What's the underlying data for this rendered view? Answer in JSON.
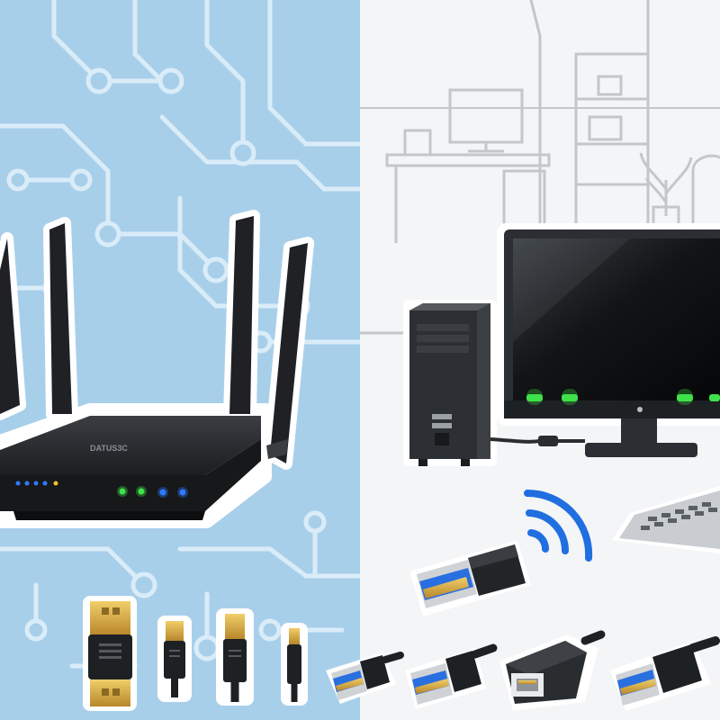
{
  "scene": {
    "router_brand_marking": "DATUS3C",
    "colors": {
      "left_background": "#a8cfea",
      "circuit_trace": "#d9ecf8",
      "right_background": "#f4f5f6",
      "sketch_line": "#c4c7ca",
      "device_body": "#232629",
      "device_edge": "#3a3e42",
      "led_green": "#3fe24a",
      "led_blue": "#2f7bff",
      "wifi_signal": "#1f6fe0",
      "usb_blue": "#2a6fe0",
      "usb_gold": "#d9a93a",
      "sticker_outline": "#ffffff"
    },
    "icons": [
      "router-icon",
      "desktop-tower-icon",
      "monitor-icon",
      "laptop-icon",
      "wifi-signal-icon",
      "usb-dongle-icon",
      "usb-cable-icon",
      "ethernet-adapter-icon"
    ],
    "router_leds": [
      "blue",
      "blue",
      "blue",
      "blue",
      "yellow",
      "green",
      "green",
      "blue",
      "blue"
    ],
    "monitor_leds": [
      "green",
      "green",
      "green",
      "green"
    ]
  }
}
